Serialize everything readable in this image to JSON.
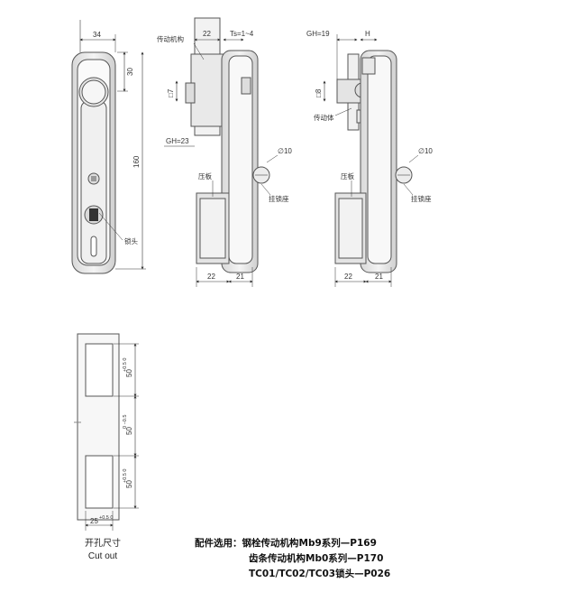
{
  "front_view": {
    "dims": {
      "width": "34",
      "upper": "30",
      "height": "160"
    },
    "callouts": {
      "lock_head": "锁头"
    }
  },
  "side_view_a": {
    "dims": {
      "shaft_width": "22",
      "ts": "Ts=1~4",
      "square": "□7",
      "gh": "GH=23",
      "circle": "∅10",
      "bottom_left": "22",
      "bottom_right": "21"
    },
    "callouts": {
      "mechanism": "传动机构",
      "plate": "压板",
      "hook": "挂锁座"
    }
  },
  "side_view_b": {
    "dims": {
      "gh": "GH=19",
      "h": "H",
      "square": "□8",
      "circle": "∅10",
      "bottom_left": "22",
      "bottom_right": "21"
    },
    "callouts": {
      "drive": "传动体",
      "plate": "压板",
      "hook": "挂锁座"
    }
  },
  "cutout": {
    "dims": {
      "slot_top": "50",
      "tol_top": "+0.5\n0",
      "gap": "50",
      "tol_gap": "0\n−0.5",
      "slot_bottom": "50",
      "tol_bottom": "+0.5\n0",
      "width": "25",
      "tol_width": "+0.5\n0"
    },
    "title_cn": "开孔尺寸",
    "title_en": "Cut out"
  },
  "references": {
    "lead": "配件选用：",
    "items": [
      "钢栓传动机构Mb9系列—P169",
      "齿条传动机构Mb0系列—P170",
      "TC01/TC02/TC03锁头—P026"
    ]
  }
}
